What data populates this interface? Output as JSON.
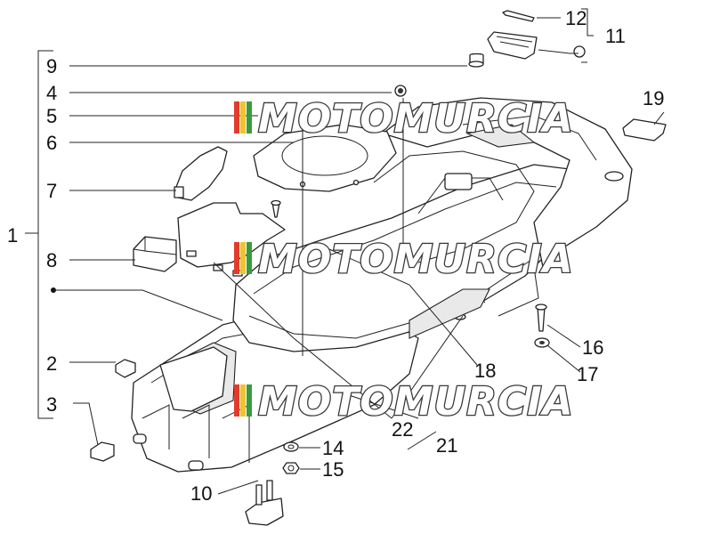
{
  "diagram": {
    "watermark_text": "MOTOMURCIA",
    "watermark_stripe_colors": [
      "#e23b2e",
      "#f3c230",
      "#3c9a3a"
    ],
    "callouts": [
      {
        "id": "c1",
        "label": "1"
      },
      {
        "id": "c2",
        "label": "2"
      },
      {
        "id": "c3",
        "label": "3"
      },
      {
        "id": "c4",
        "label": "4"
      },
      {
        "id": "c5",
        "label": "5"
      },
      {
        "id": "c6",
        "label": "6"
      },
      {
        "id": "c7",
        "label": "7"
      },
      {
        "id": "c8",
        "label": "8"
      },
      {
        "id": "c9",
        "label": "9"
      },
      {
        "id": "c10",
        "label": "10"
      },
      {
        "id": "c11",
        "label": "11"
      },
      {
        "id": "c12",
        "label": "12"
      },
      {
        "id": "c14",
        "label": "14"
      },
      {
        "id": "c15",
        "label": "15"
      },
      {
        "id": "c16",
        "label": "16"
      },
      {
        "id": "c17",
        "label": "17"
      },
      {
        "id": "c18",
        "label": "18"
      },
      {
        "id": "c19",
        "label": "19"
      },
      {
        "id": "c21",
        "label": "21"
      },
      {
        "id": "c22",
        "label": "22"
      }
    ]
  }
}
